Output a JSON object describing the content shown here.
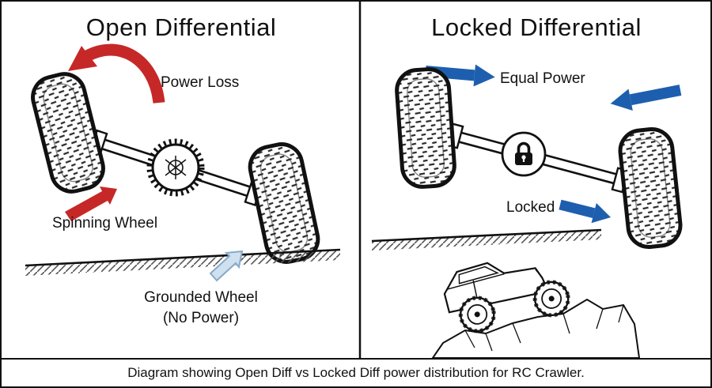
{
  "caption": "Diagram showing Open Diff vs Locked Diff power distribution for RC Crawler.",
  "colors": {
    "red": "#c62828",
    "blue": "#1d5fae",
    "light_blue": "#cfe0ef",
    "light_blue_stroke": "#86a9c8",
    "ink": "#111111"
  },
  "left_panel": {
    "title": "Open Differential",
    "labels": {
      "power_loss": "Power Loss",
      "spinning_wheel": "Spinning Wheel",
      "grounded_wheel_line1": "Grounded Wheel",
      "grounded_wheel_line2": "(No Power)"
    }
  },
  "right_panel": {
    "title": "Locked Differential",
    "labels": {
      "equal_power": "Equal Power",
      "locked": "Locked"
    }
  }
}
